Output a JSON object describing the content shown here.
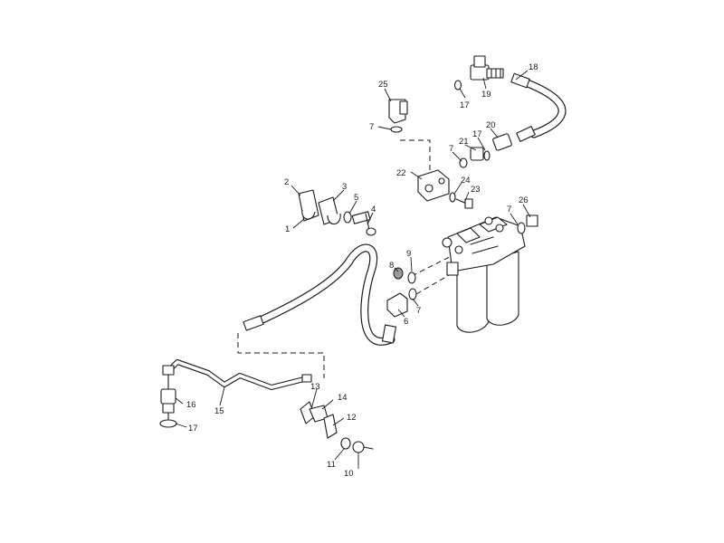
{
  "diagram": {
    "callouts": [
      "1",
      "2",
      "3",
      "4",
      "5",
      "6",
      "7",
      "8",
      "9",
      "10",
      "11",
      "12",
      "13",
      "14",
      "15",
      "16",
      "17",
      "18",
      "19",
      "20",
      "21",
      "22",
      "23",
      "24",
      "25",
      "26"
    ],
    "callouts_repeat": {
      "c7a": "7",
      "c7b": "7",
      "c7c": "7",
      "c17a": "17",
      "c17b": "17",
      "c17c": "17"
    }
  }
}
